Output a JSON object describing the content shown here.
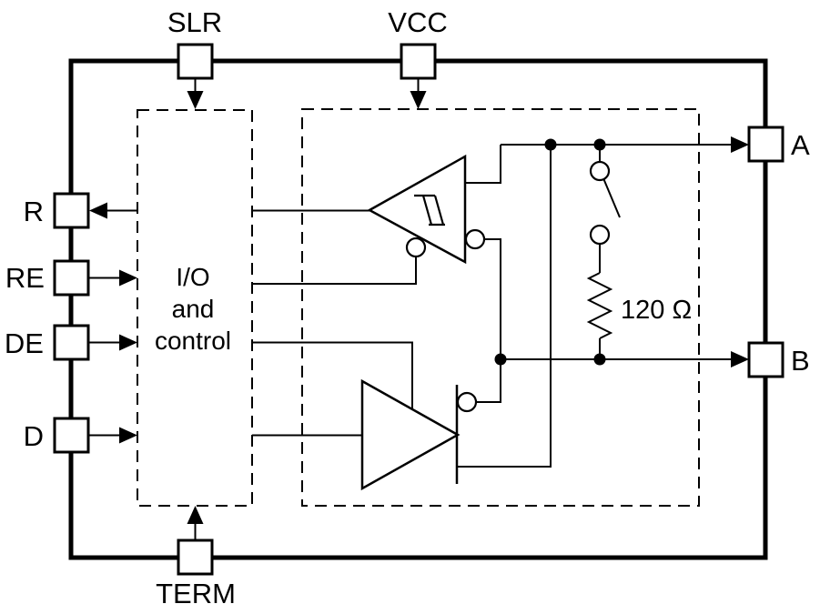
{
  "diagram": {
    "description": "RS-485 transceiver functional block diagram",
    "background_color": "#ffffff",
    "line_color": "#000000"
  },
  "pins": {
    "slr": "SLR",
    "vcc": "VCC",
    "term": "TERM",
    "r": "R",
    "re": "RE",
    "de": "DE",
    "d": "D",
    "a": "A",
    "b": "B"
  },
  "io_block": {
    "line1": "I/O",
    "line2": "and",
    "line3": "control"
  },
  "components": {
    "termination_resistor_label": "120 Ω"
  }
}
